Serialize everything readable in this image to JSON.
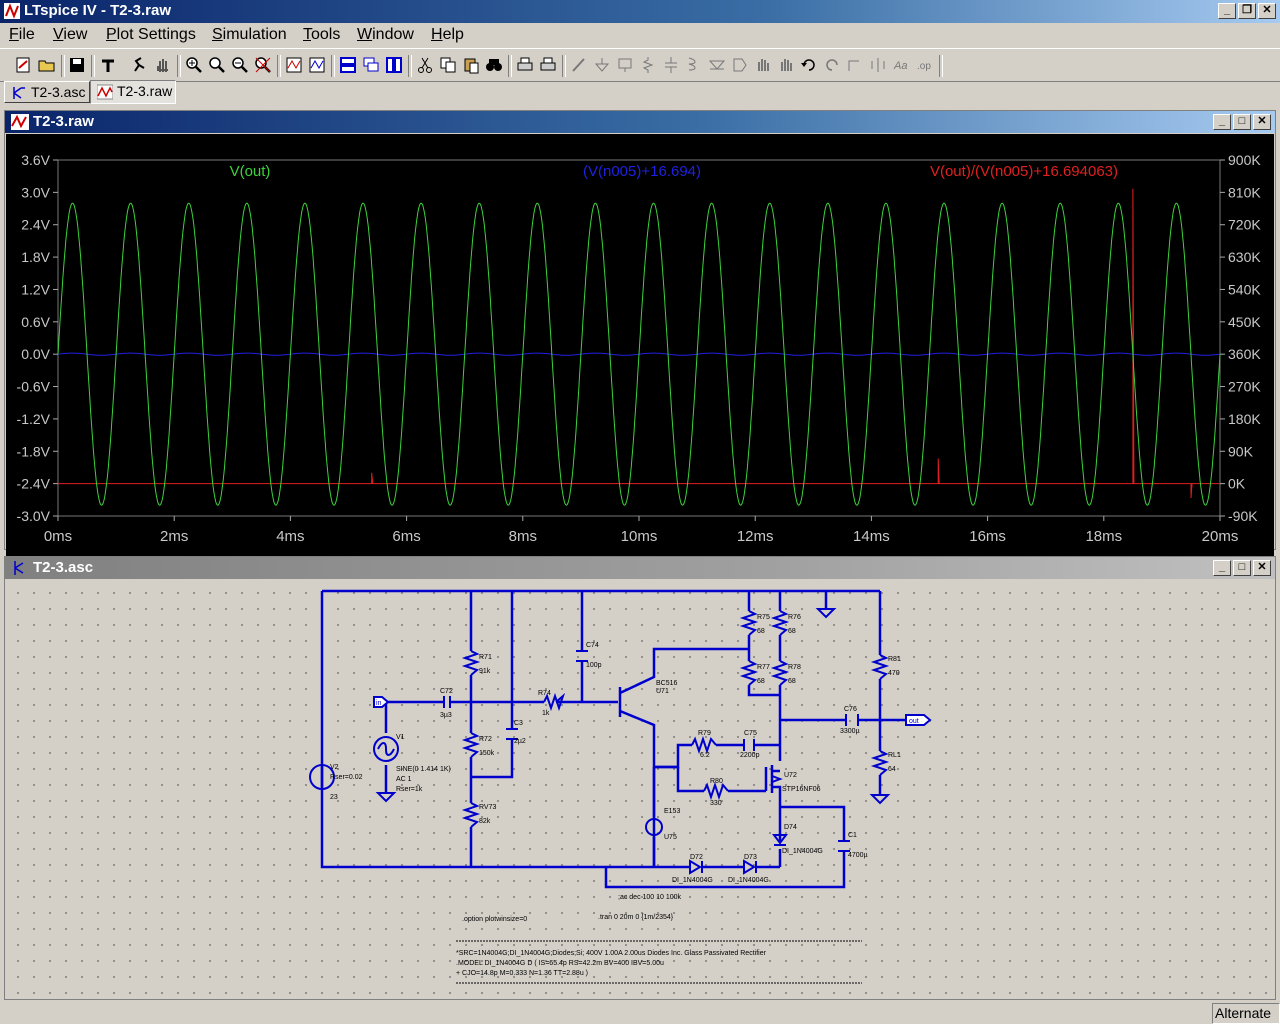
{
  "app": {
    "title": "LTspice IV - T2-3.raw"
  },
  "menu": [
    {
      "label": "File"
    },
    {
      "label": "View"
    },
    {
      "label": "Plot Settings"
    },
    {
      "label": "Simulation"
    },
    {
      "label": "Tools"
    },
    {
      "label": "Window"
    },
    {
      "label": "Help"
    }
  ],
  "tabs": [
    {
      "label": "T2-3.asc",
      "active": false
    },
    {
      "label": "T2-3.raw",
      "active": true
    }
  ],
  "plot_window": {
    "title": "T2-3.raw",
    "trace_labels": [
      "V(out)",
      "(V(n005)+16.694)",
      "V(out)/(V(n005)+16.694063)"
    ],
    "colors": {
      "v_out": "#3cd23c",
      "v_n005": "#2020e0",
      "ratio": "#e02020",
      "background": "#000000"
    }
  },
  "chart_data": {
    "type": "line",
    "x": {
      "label": "",
      "range": [
        0,
        20
      ],
      "unit": "ms",
      "ticks": [
        "0ms",
        "2ms",
        "4ms",
        "6ms",
        "8ms",
        "10ms",
        "12ms",
        "14ms",
        "16ms",
        "18ms",
        "20ms"
      ]
    },
    "y_left": {
      "range": [
        -3.0,
        3.6
      ],
      "ticks": [
        "3.6V",
        "3.0V",
        "2.4V",
        "1.8V",
        "1.2V",
        "0.6V",
        "0.0V",
        "-0.6V",
        "-1.2V",
        "-1.8V",
        "-2.4V",
        "-3.0V"
      ]
    },
    "y_right": {
      "range": [
        -90000,
        900000
      ],
      "ticks": [
        "900K",
        "810K",
        "720K",
        "630K",
        "540K",
        "450K",
        "360K",
        "270K",
        "180K",
        "90K",
        "0K",
        "-90K"
      ]
    },
    "series": [
      {
        "name": "V(out)",
        "axis": "left",
        "waveform": "sine",
        "amplitude": 2.8,
        "frequency_hz": 1000,
        "offset": 0
      },
      {
        "name": "(V(n005)+16.694)",
        "axis": "left",
        "waveform": "sine",
        "amplitude": 0.02,
        "frequency_hz": 1000,
        "offset": 0.0
      },
      {
        "name": "V(out)/(V(n005)+16.694063)",
        "axis": "right",
        "waveform": "flat-with-spikes",
        "baseline": 0,
        "spikes": [
          {
            "x": 18.5,
            "value": 820000
          },
          {
            "x": 15.15,
            "value": 70000
          },
          {
            "x": 5.4,
            "value": 30000
          },
          {
            "x": 19.5,
            "value": -40000
          }
        ]
      }
    ]
  },
  "schematic_window": {
    "title": "T2-3.asc",
    "components": {
      "v2": {
        "ref": "V2",
        "value": "23",
        "extra": "Rser=0.02"
      },
      "v1": {
        "ref": "V1",
        "line1": "SINE(0 1.414 1K)",
        "line2": "AC 1",
        "line3": "Rser=1k"
      },
      "c72": {
        "ref": "C72",
        "value": "3µ3"
      },
      "r71": {
        "ref": "R71",
        "value": "91k"
      },
      "r72": {
        "ref": "R72",
        "value": "150k"
      },
      "rv73": {
        "ref": "RV73",
        "value": "82k"
      },
      "c3": {
        "ref": "C3",
        "value": "2µ2"
      },
      "r74": {
        "ref": "R74",
        "value": "1k"
      },
      "c74": {
        "ref": "C74",
        "value": "100p"
      },
      "u71": {
        "ref": "U71",
        "value": "BC516"
      },
      "r75": {
        "ref": "R75",
        "value": "68"
      },
      "r76": {
        "ref": "R76",
        "value": "68"
      },
      "r77": {
        "ref": "R77",
        "value": "68"
      },
      "r78": {
        "ref": "R78",
        "value": "68"
      },
      "r79": {
        "ref": "R79",
        "value": "6.2"
      },
      "c75": {
        "ref": "C75",
        "value": "2200p"
      },
      "r80": {
        "ref": "R80",
        "value": "330"
      },
      "u72": {
        "ref": "U72",
        "value": "STP16NF06"
      },
      "e153": {
        "ref": "E153"
      },
      "u75": {
        "ref": "U75"
      },
      "d74": {
        "ref": "D74",
        "value": "DI_1N4004G"
      },
      "d72": {
        "ref": "D72",
        "value": "DI_1N4004G"
      },
      "d73": {
        "ref": "D73",
        "value": "DI_1N4004G"
      },
      "c1": {
        "ref": "C1",
        "value": "4700µ"
      },
      "c76": {
        "ref": "C76",
        "value": "3300µ"
      },
      "r81": {
        "ref": "R81",
        "value": "470"
      },
      "rl1": {
        "ref": "RL1",
        "value": "64"
      }
    },
    "net_labels": {
      "input": "in",
      "output": "out"
    },
    "directives": {
      "ac": ";ac dec 100 10 100k",
      "tran": ".tran 0 20m 0 {1m/2354}",
      "options": ".option plotwinsize=0",
      "model_line1": "*SRC=1N4004G;DI_1N4004G;Diodes;Si;  400V  1.00A  2.00us   Diodes Inc. Glass Passivated Rectifier",
      "model_line2": ".MODEL DI_1N4004G D  ( IS=65.4p RS=42.2m BV=400 IBV=5.00u",
      "model_line3": "+ CJO=14.8p  M=0.333 N=1.36 TT=2.88u )"
    }
  },
  "status": {
    "mode": "Alternate"
  }
}
